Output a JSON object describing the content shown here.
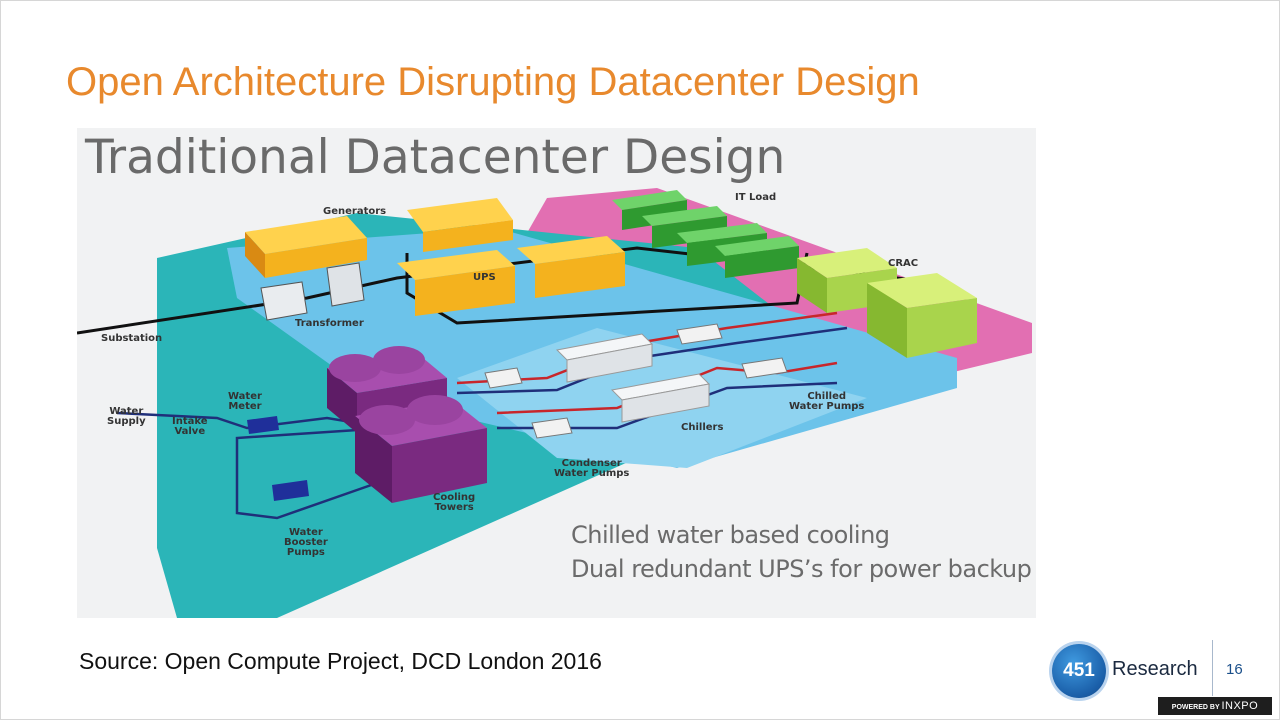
{
  "slide": {
    "title": "Open Architecture Disrupting Datacenter Design",
    "source": "Source: Open Compute Project, DCD London 2016",
    "page_number": "16"
  },
  "figure": {
    "heading": "Traditional Datacenter Design",
    "labels": {
      "generators": "Generators",
      "it_load": "IT Load",
      "ups": "UPS",
      "crac": "CRAC",
      "substation": "Substation",
      "transformer": "Transformer",
      "water_supply": "Water\nSupply",
      "water_meter": "Water\nMeter",
      "intake_valve": "Intake\nValve",
      "chilled_water_pumps": "Chilled\nWater Pumps",
      "chillers": "Chillers",
      "condenser_water_pumps": "Condenser\nWater Pumps",
      "cooling_towers": "Cooling\nTowers",
      "water_booster_pumps": "Water\nBooster\nPumps"
    },
    "caption_line1": "Chilled water based cooling",
    "caption_line2": "Dual redundant UPS’s for power backup"
  },
  "branding": {
    "logo_number": "451",
    "logo_word": "Research",
    "powered_by": "POWERED BY",
    "powered_brand": "INXPO"
  },
  "colors": {
    "title": "#e8892d",
    "floor_teal": "#2bb5b8",
    "floor_blue": "#6cc3ea",
    "floor_pink": "#e26fb2",
    "generators": "#f4b21e",
    "it_load": "#46a93a",
    "crac": "#a9d44c",
    "cooling_towers": "#7a2a80",
    "pipe_red": "#c8262b",
    "pipe_blue": "#1f2f7a"
  }
}
